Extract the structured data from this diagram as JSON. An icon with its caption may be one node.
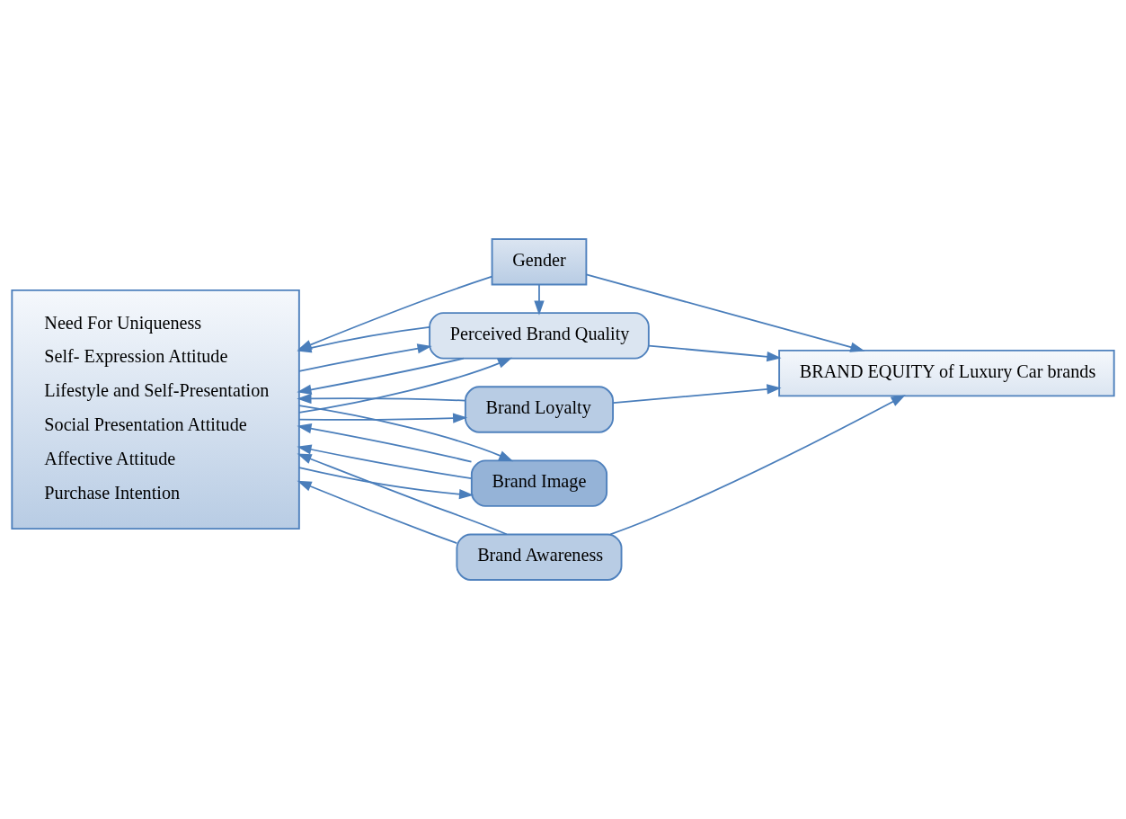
{
  "diagram": {
    "nodes": [
      {
        "text": [
          "Gender"
        ]
      },
      {
        "text": [
          "Need For Uniqueness",
          "Self- Expression Attitude",
          "Lifestyle and Self-Presentation",
          "Social Presentation Attitude",
          "Affective Attitude",
          "Purchase Intention"
        ]
      },
      {
        "text": [
          "Perceived Brand Quality"
        ]
      },
      {
        "text": [
          "Brand Loyalty"
        ]
      },
      {
        "text": [
          "Brand Awareness"
        ]
      },
      {
        "text": [
          "Brand Image"
        ]
      },
      {
        "text": [
          "BRAND EQUITY of Luxury Car brands"
        ]
      }
    ],
    "edges": [
      {
        "from": 0,
        "to": 2,
        "arrow": "to"
      },
      {
        "from": 0,
        "to": 1,
        "arrow": "to"
      },
      {
        "from": 0,
        "to": 6,
        "arrow": "to"
      },
      {
        "from": 1,
        "to": 2,
        "arrow": "to"
      },
      {
        "from": 2,
        "to": 1,
        "arrow": "to"
      },
      {
        "from": 1,
        "to": 3,
        "arrow": "to"
      },
      {
        "from": 4,
        "to": 1,
        "arrow": "to"
      },
      {
        "from": 5,
        "to": 1,
        "arrow": "to"
      },
      {
        "from": 1,
        "to": 2,
        "arrow": "to"
      },
      {
        "from": 2,
        "to": 1,
        "arrow": "to"
      },
      {
        "from": 3,
        "to": 1,
        "arrow": "to"
      },
      {
        "from": 4,
        "to": 1,
        "arrow": "to"
      },
      {
        "from": 5,
        "to": 1,
        "arrow": "to"
      },
      {
        "from": 1,
        "to": 5,
        "arrow": "to"
      },
      {
        "from": 1,
        "to": 5,
        "arrow": "to"
      },
      {
        "from": 2,
        "to": 6,
        "arrow": "to"
      },
      {
        "from": 3,
        "to": 6,
        "arrow": "to"
      },
      {
        "from": 4,
        "to": 6,
        "arrow": "to"
      }
    ]
  }
}
